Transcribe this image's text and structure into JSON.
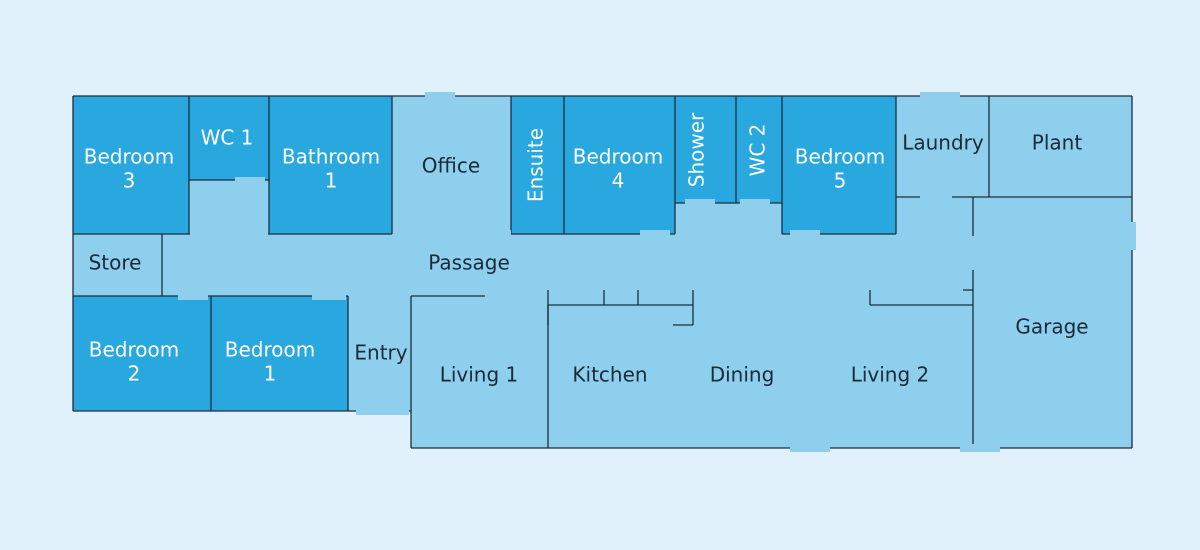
{
  "colors": {
    "background": "#e0f1fb",
    "light_room": "#8ecfee",
    "dark_room": "#29a8e0",
    "wall": "#1c2e3c",
    "light_text": "#1b2a36",
    "dark_text": "#ffffff"
  },
  "rooms": {
    "bedroom3": {
      "line1": "Bedroom",
      "line2": "3"
    },
    "wc1": {
      "line1": "WC 1"
    },
    "bathroom1": {
      "line1": "Bathroom",
      "line2": "1"
    },
    "office": {
      "line1": "Office"
    },
    "ensuite": {
      "line1": "Ensuite"
    },
    "bedroom4": {
      "line1": "Bedroom",
      "line2": "4"
    },
    "shower": {
      "line1": "Shower"
    },
    "wc2": {
      "line1": "WC 2"
    },
    "bedroom5": {
      "line1": "Bedroom",
      "line2": "5"
    },
    "laundry": {
      "line1": "Laundry"
    },
    "plant": {
      "line1": "Plant"
    },
    "store": {
      "line1": "Store"
    },
    "passage": {
      "line1": "Passage"
    },
    "bedroom2": {
      "line1": "Bedroom",
      "line2": "2"
    },
    "bedroom1": {
      "line1": "Bedroom",
      "line2": "1"
    },
    "entry": {
      "line1": "Entry"
    },
    "living1": {
      "line1": "Living 1"
    },
    "kitchen": {
      "line1": "Kitchen"
    },
    "dining": {
      "line1": "Dining"
    },
    "living2": {
      "line1": "Living 2"
    },
    "garage": {
      "line1": "Garage"
    }
  }
}
